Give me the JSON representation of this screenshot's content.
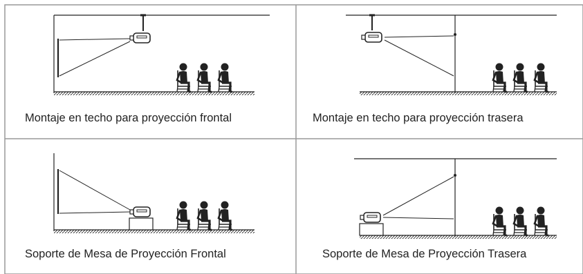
{
  "captions": {
    "top_left": "Montaje en techo para proyección frontal",
    "top_right": "Montaje en techo para proyección trasera",
    "bottom_left": "Soporte de Mesa de Proyección Frontal",
    "bottom_right": "Soporte de Mesa de Proyección Trasera"
  },
  "colors": {
    "line": "#222222",
    "border": "#999999",
    "background": "#ffffff"
  }
}
